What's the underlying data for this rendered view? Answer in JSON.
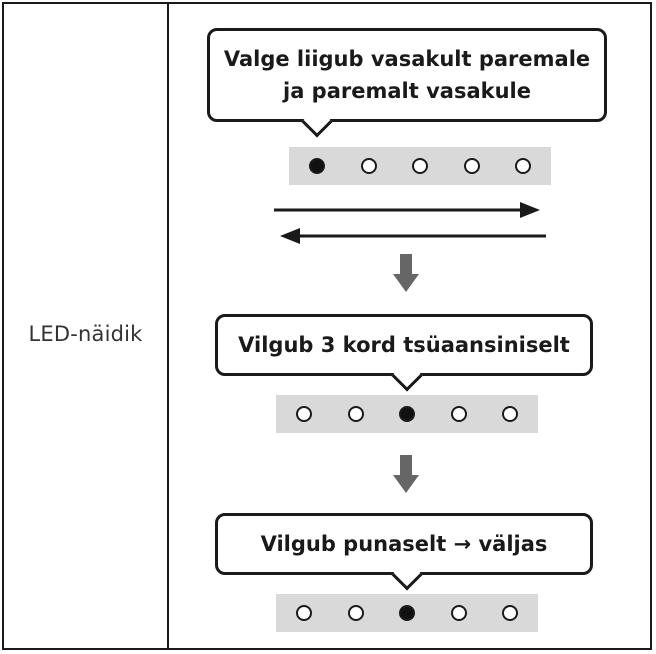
{
  "row_label": "LED-näidik",
  "steps": [
    {
      "lines": [
        "Valge liigub vasakult paremale",
        "ja paremalt vasakule"
      ],
      "lit_index": 0,
      "led_count": 5
    },
    {
      "lines": [
        "Vilgub 3 kord tsüaansiniselt"
      ],
      "lit_index": 2,
      "led_count": 5
    },
    {
      "lines": [
        "Vilgub punaselt → väljas"
      ],
      "lit_index": 2,
      "led_count": 5
    }
  ],
  "colors": {
    "led_bar": "#d9d9d9",
    "led_on": "#111111",
    "arrow_down": "#666666",
    "border": "#1a1a1a"
  }
}
